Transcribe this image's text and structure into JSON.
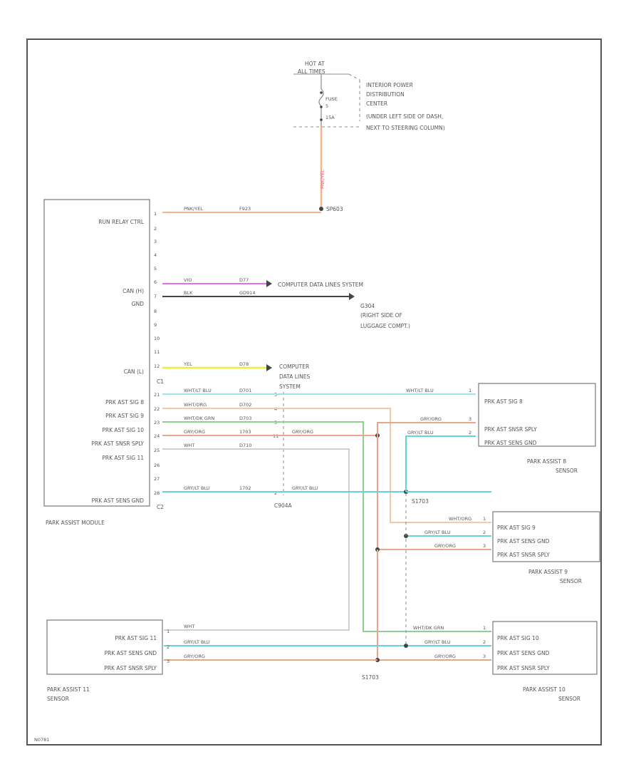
{
  "colors": {
    "pink_yel": "#f7b48a",
    "violet": "#e36ff0",
    "black": "#444444",
    "yellow": "#eded3c",
    "wht_lt_blu": "#9fe3e3",
    "wht_org": "#f4c9a8",
    "wht_dk_grn": "#8fcf8f",
    "gry_org": "#e8a888",
    "wht": "#cfcfcf",
    "gry_lt_blu": "#67d4d4"
  },
  "fuse_block": {
    "hot_at": "HOT AT",
    "all_times": "ALL TIMES",
    "fuse_label": "FUSE",
    "fuse_num": "5",
    "fuse_amps": "15A",
    "location": [
      "INTERIOR POWER",
      "DISTRIBUTION",
      "CENTER",
      "(UNDER LEFT SIDE OF DASH,",
      "NEXT TO STEERING COLUMN)"
    ],
    "wire_label": "PNK/YEL",
    "splice": "SP603"
  },
  "module": {
    "name": "PARK ASSIST MODULE",
    "pins": [
      {
        "num": "1",
        "func": "RUN RELAY CTRL",
        "wire": "PNK/YEL",
        "circuit": "F923"
      },
      {
        "num": "2",
        "func": "",
        "wire": "",
        "circuit": ""
      },
      {
        "num": "3",
        "func": "",
        "wire": "",
        "circuit": ""
      },
      {
        "num": "4",
        "func": "",
        "wire": "",
        "circuit": ""
      },
      {
        "num": "5",
        "func": "",
        "wire": "",
        "circuit": ""
      },
      {
        "num": "6",
        "func": "CAN (H)",
        "wire": "VIO",
        "circuit": "D77"
      },
      {
        "num": "7",
        "func": "GND",
        "wire": "BLK",
        "circuit": "GD914"
      },
      {
        "num": "8",
        "func": "",
        "wire": "",
        "circuit": ""
      },
      {
        "num": "9",
        "func": "",
        "wire": "",
        "circuit": ""
      },
      {
        "num": "10",
        "func": "",
        "wire": "",
        "circuit": ""
      },
      {
        "num": "11",
        "func": "",
        "wire": "",
        "circuit": ""
      },
      {
        "num": "12",
        "func": "CAN (L)",
        "wire": "YEL",
        "circuit": "D78"
      },
      {
        "num": "21",
        "func": "",
        "wire": "WHT/LT BLU",
        "circuit": "D701"
      },
      {
        "num": "22",
        "func": "PRK AST SIG 9",
        "wire": "WHT/ORG",
        "circuit": "D702"
      },
      {
        "num": "23",
        "func": "PRK AST SIG 10",
        "wire": "WHT/DK GRN",
        "circuit": "D703"
      },
      {
        "num": "24",
        "func": "PRK AST SNSR SPLY",
        "wire": "GRY/ORG",
        "circuit": "1703"
      },
      {
        "num": "25",
        "func": "PRK AST SIG 11",
        "wire": "WHT",
        "circuit": "D710"
      },
      {
        "num": "26",
        "func": "",
        "wire": "",
        "circuit": ""
      },
      {
        "num": "27",
        "func": "",
        "wire": "",
        "circuit": ""
      },
      {
        "num": "28",
        "func": "PRK AST SENS GND",
        "wire": "GRY/LT BLU",
        "circuit": "1702"
      }
    ],
    "sig8_label": "PRK AST SIG 8",
    "conn_c1": "C1",
    "conn_c2": "C2"
  },
  "can_h_dest": "COMPUTER DATA LINES SYSTEM",
  "can_l_dest": [
    "COMPUTER",
    "DATA LINES",
    "SYSTEM"
  ],
  "ground": {
    "name": "G304",
    "location": [
      "(RIGHT SIDE OF",
      "LUGGAGE COMPT.)"
    ]
  },
  "inline_connector": {
    "name": "C904A",
    "pins": [
      {
        "num": "5",
        "wire": "WHT/LT BLU"
      },
      {
        "num": "4",
        "wire": ""
      },
      {
        "num": "3",
        "wire": ""
      },
      {
        "num": "11",
        "wire": "GRY/ORG"
      },
      {
        "num": "2",
        "wire": "GRY/LT BLU"
      }
    ]
  },
  "splices": {
    "s1": "S1703",
    "s2": "S1703"
  },
  "sensors": {
    "s8": {
      "name": [
        "PARK ASSIST 8",
        "SENSOR"
      ],
      "rows": [
        {
          "pin": "1",
          "func": "PRK AST SIG 8",
          "wire": "WHT/LT BLU"
        },
        {
          "pin": "3",
          "func": "PRK AST SNSR SPLY",
          "wire": "GRY/ORG"
        },
        {
          "pin": "2",
          "func": "PRK AST SENS GND",
          "wire": "GRY/LT BLU"
        }
      ]
    },
    "s9": {
      "name": [
        "PARK ASSIST 9",
        "SENSOR"
      ],
      "rows": [
        {
          "pin": "1",
          "func": "PRK AST SIG 9",
          "wire": "WHT/ORG"
        },
        {
          "pin": "2",
          "func": "PRK AST SENS GND",
          "wire": "GRY/LT BLU"
        },
        {
          "pin": "3",
          "func": "PRK AST SNSR SPLY",
          "wire": "GRY/ORG"
        }
      ]
    },
    "s10": {
      "name": [
        "PARK ASSIST 10",
        "SENSOR"
      ],
      "rows": [
        {
          "pin": "1",
          "func": "PRK AST SIG 10",
          "wire": "WHT/DK GRN"
        },
        {
          "pin": "2",
          "func": "PRK AST SENS GND",
          "wire": "GRY/LT BLU"
        },
        {
          "pin": "3",
          "func": "PRK AST SNSR SPLY",
          "wire": "GRY/ORG"
        }
      ]
    },
    "s11": {
      "name": [
        "PARK ASSIST 11",
        "SENSOR"
      ],
      "rows": [
        {
          "pin": "1",
          "func": "PRK AST SIG 11",
          "wire": "WHT"
        },
        {
          "pin": "2",
          "func": "PRK AST SENS GND",
          "wire": "GRY/LT BLU"
        },
        {
          "pin": "3",
          "func": "PRK AST SNSR SPLY",
          "wire": "GRY/ORG"
        }
      ]
    }
  },
  "footer_code": "N0781"
}
